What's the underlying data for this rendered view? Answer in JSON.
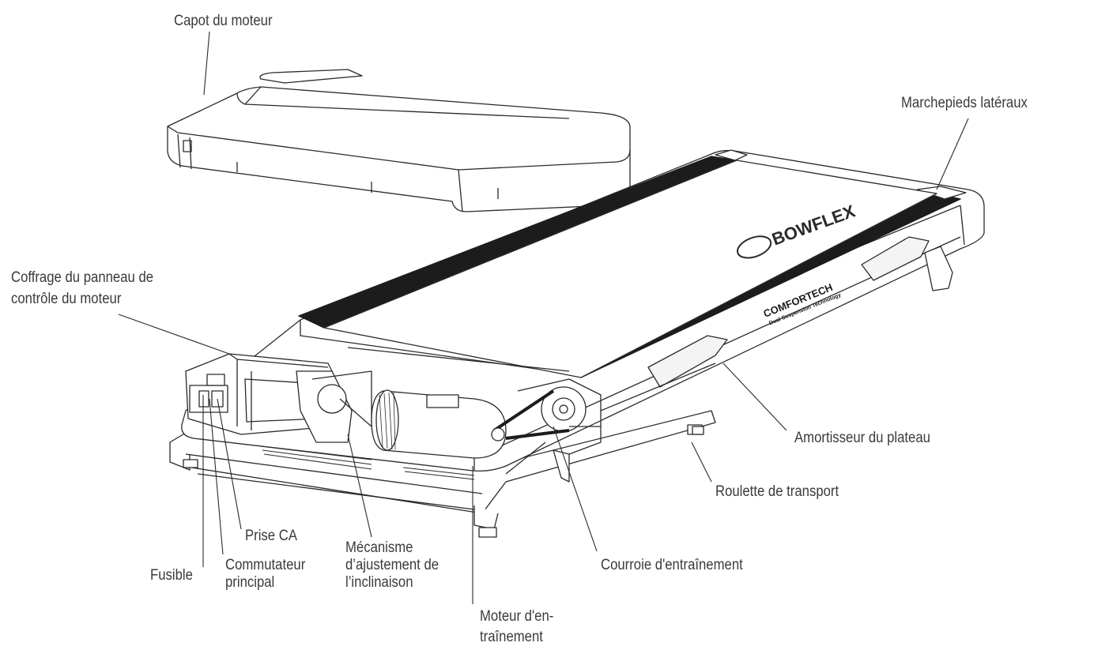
{
  "labels": {
    "capot": "Capot du moteur",
    "marchepieds": "Marchepieds latéraux",
    "coffrage": "Coffrage du panneau de\ncontrôle du moteur",
    "amortisseur": "Amortisseur du plateau",
    "roulette": "Roulette de transport",
    "prise": "Prise CA",
    "fusible": "Fusible",
    "commutateur": "Commutateur\nprincipal",
    "mecanisme": "Mécanisme\nd’ajustement de\nl’inclinaison",
    "courroie": "Courroie d'entraînement",
    "moteur": "Moteur d'en-\ntraînement"
  },
  "branding": {
    "logo": "BOWFLEX",
    "comfortech": "COMFORTECH",
    "comfortech_sub": "Dual Suspension Technology"
  },
  "colors": {
    "line": "#2a2a2a",
    "belt": "#1c1c1c",
    "label": "#3a3a3a"
  }
}
